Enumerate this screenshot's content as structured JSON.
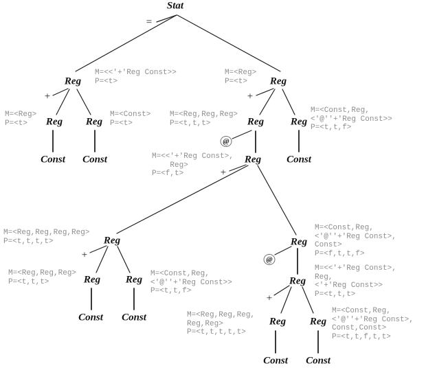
{
  "nodes": {
    "stat": "Stat",
    "assign": "=",
    "reg_left": "Reg",
    "plus_left": "+",
    "reg_left_l": "Reg",
    "reg_left_r": "Reg",
    "const_left_l": "Const",
    "const_left_r": "Const",
    "reg_right": "Reg",
    "plus_right": "+",
    "reg_right_l": "Reg",
    "reg_right_r": "Reg",
    "at_right": "@",
    "reg_mid": "Reg",
    "const_right_r": "Const",
    "plus_mid": "+",
    "reg_bl": "Reg",
    "plus_bl": "+",
    "reg_bl_l": "Reg",
    "reg_bl_r": "Reg",
    "const_bl_l": "Const",
    "const_bl_r": "Const",
    "reg_br": "Reg",
    "at_br": "@",
    "reg_br2": "Reg",
    "plus_br": "+",
    "reg_br_l": "Reg",
    "reg_br_r": "Reg",
    "const_br_l": "Const",
    "const_br_r": "Const"
  },
  "annotations": {
    "reg_left": "M=<<'+'Reg Const>>\nP=<t>",
    "reg_left_l": "M=<Reg>\nP=<t>",
    "reg_left_r": "M=<Const>\nP=<t>",
    "reg_right": "M=<Reg>\nP=<t>",
    "reg_right_l": "M=<Reg,Reg,Reg>\nP=<t,t,t>",
    "reg_right_r": "M=<Const,Reg,\n<'@''+'Reg Const>>\nP=<t,t,f>",
    "reg_mid": "M=<<'+'Reg Const>,\n    Reg>\nP=<f,t>",
    "reg_bl": "M=<Reg,Reg,Reg,Reg>\nP=<t,t,t,t>",
    "reg_bl_l": "M=<Reg,Reg,Reg>\nP=<t,t,t>",
    "reg_bl_r": "M=<Const,Reg,\n<'@''+'Reg Const>>\nP=<t,t,f>",
    "reg_br": "M=<Const,Reg,\n<'@''+'Reg Const>,\nConst>\nP=<f,t,t,f>",
    "reg_br2": "M=<<'+'Reg Const>,\nReg,\n<'+'Reg Const>>\nP=<t,t,t>",
    "reg_br_l": "M=<Reg,Reg,Reg,\nReg,Reg>\nP=<t,t,t,t,t>",
    "reg_br_r": "M=<Const,Reg,\n<'@''+'Reg Const>,\nConst,Const>\nP=<t,t,f,t,t>"
  },
  "colors": {
    "node_text": "#141414",
    "annotation_text": "#8f8f8f",
    "edge": "#222222",
    "background": "#ffffff"
  }
}
